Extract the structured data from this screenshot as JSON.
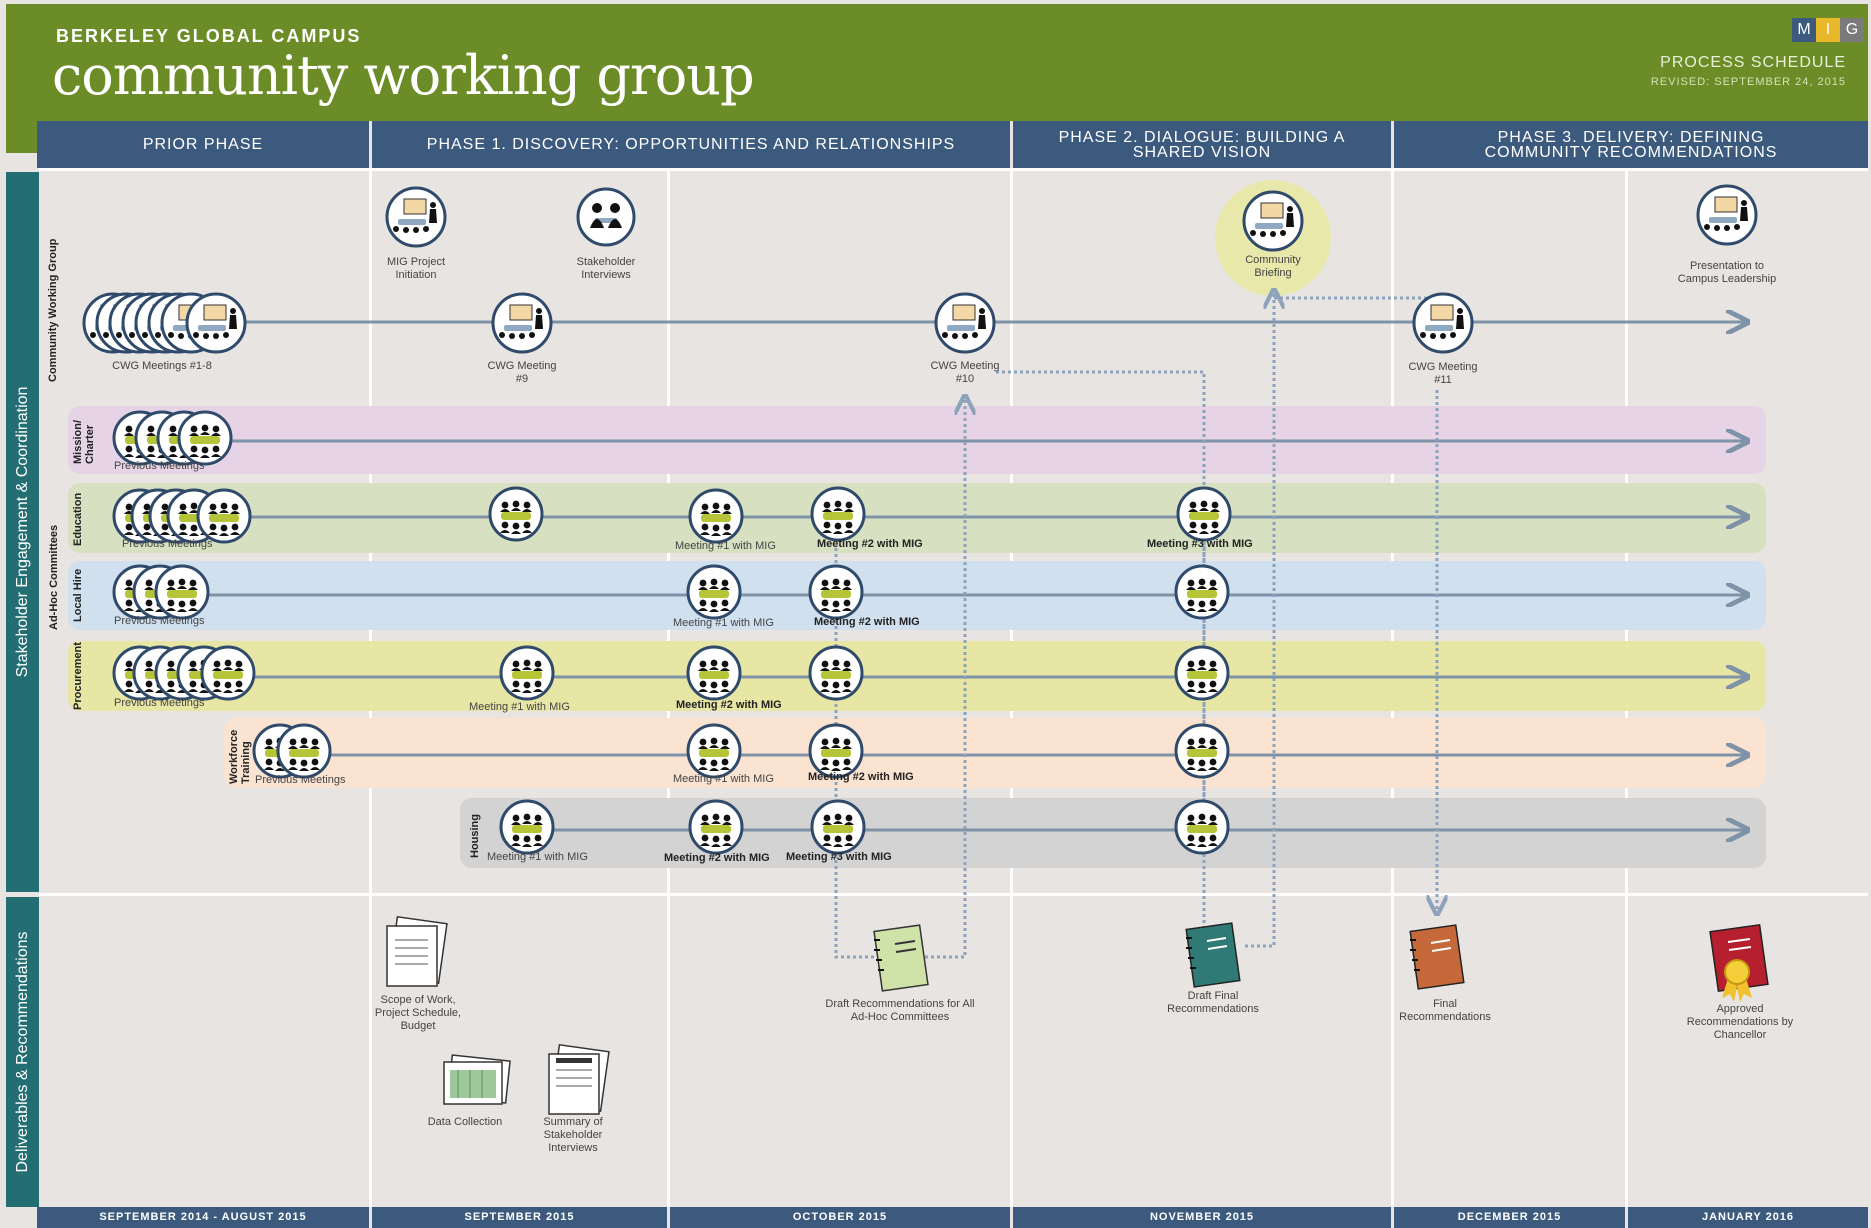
{
  "header": {
    "brand": "BERKELEY GLOBAL CAMPUS",
    "title": "community working group",
    "schedule_title": "PROCESS SCHEDULE",
    "revised": "REVISED: SEPTEMBER 24, 2015",
    "logo_letters": [
      "M",
      "I",
      "G"
    ]
  },
  "phases": [
    "PRIOR PHASE",
    "PHASE 1. DISCOVERY: OPPORTUNITIES AND RELATIONSHIPS",
    "PHASE 2. DIALOGUE: BUILDING A SHARED VISION",
    "PHASE 3. DELIVERY: DEFINING COMMUNITY RECOMMENDATIONS"
  ],
  "months": [
    "SEPTEMBER 2014 - AUGUST 2015",
    "SEPTEMBER 2015",
    "OCTOBER 2015",
    "NOVEMBER 2015",
    "DECEMBER 2015",
    "JANUARY 2016"
  ],
  "sections": {
    "engagement": "Stakeholder Engagement & Coordination",
    "deliverables": "Deliverables & Recommendations"
  },
  "rows": {
    "cwg": "Community Working Group",
    "adhoc": "Ad-Hoc Committees",
    "mission": "Mission/ Charter",
    "education": "Education",
    "localhire": "Local Hire",
    "procurement": "Procurement",
    "workforce": "Workforce Training",
    "housing": "Housing"
  },
  "top_events": {
    "mig_initiation": "MIG Project Initiation",
    "stakeholder_interviews": "Stakeholder Interviews",
    "community_briefing": "Community Briefing",
    "presentation": "Presentation to Campus Leadership"
  },
  "cwg_meetings": {
    "m1_8": "CWG Meetings #1-8",
    "m9": "CWG Meeting #9",
    "m10": "CWG Meeting #10",
    "m11": "CWG Meeting #11"
  },
  "meeting_labels": {
    "previous": "Previous Meetings",
    "m1": "Meeting #1 with MIG",
    "m2": "Meeting #2 with MIG",
    "m3": "Meeting #3 with MIG"
  },
  "deliverables": {
    "scope": "Scope of Work, Project Schedule, Budget",
    "data": "Data Collection",
    "summary": "Summary of Stakeholder Interviews",
    "draft": "Draft Recommendations for All Ad-Hoc Committees",
    "draft_final": "Draft Final Recommendations",
    "final": "Final Recommendations",
    "approved": "Approved Recommendations by Chancellor"
  },
  "colors": {
    "header_green": "#6b8c27",
    "phase_blue": "#3b5a7d",
    "sidebar_teal": "#226e72",
    "mission_band": "#e6d3e6",
    "education_band": "#d7e0c0",
    "localhire_band": "#d1e0ef",
    "procurement_band": "#e7e6a4",
    "workforce_band": "#fbe3d2",
    "housing_band": "#d3d3d3",
    "briefing_highlight": "#e7e8a9"
  }
}
